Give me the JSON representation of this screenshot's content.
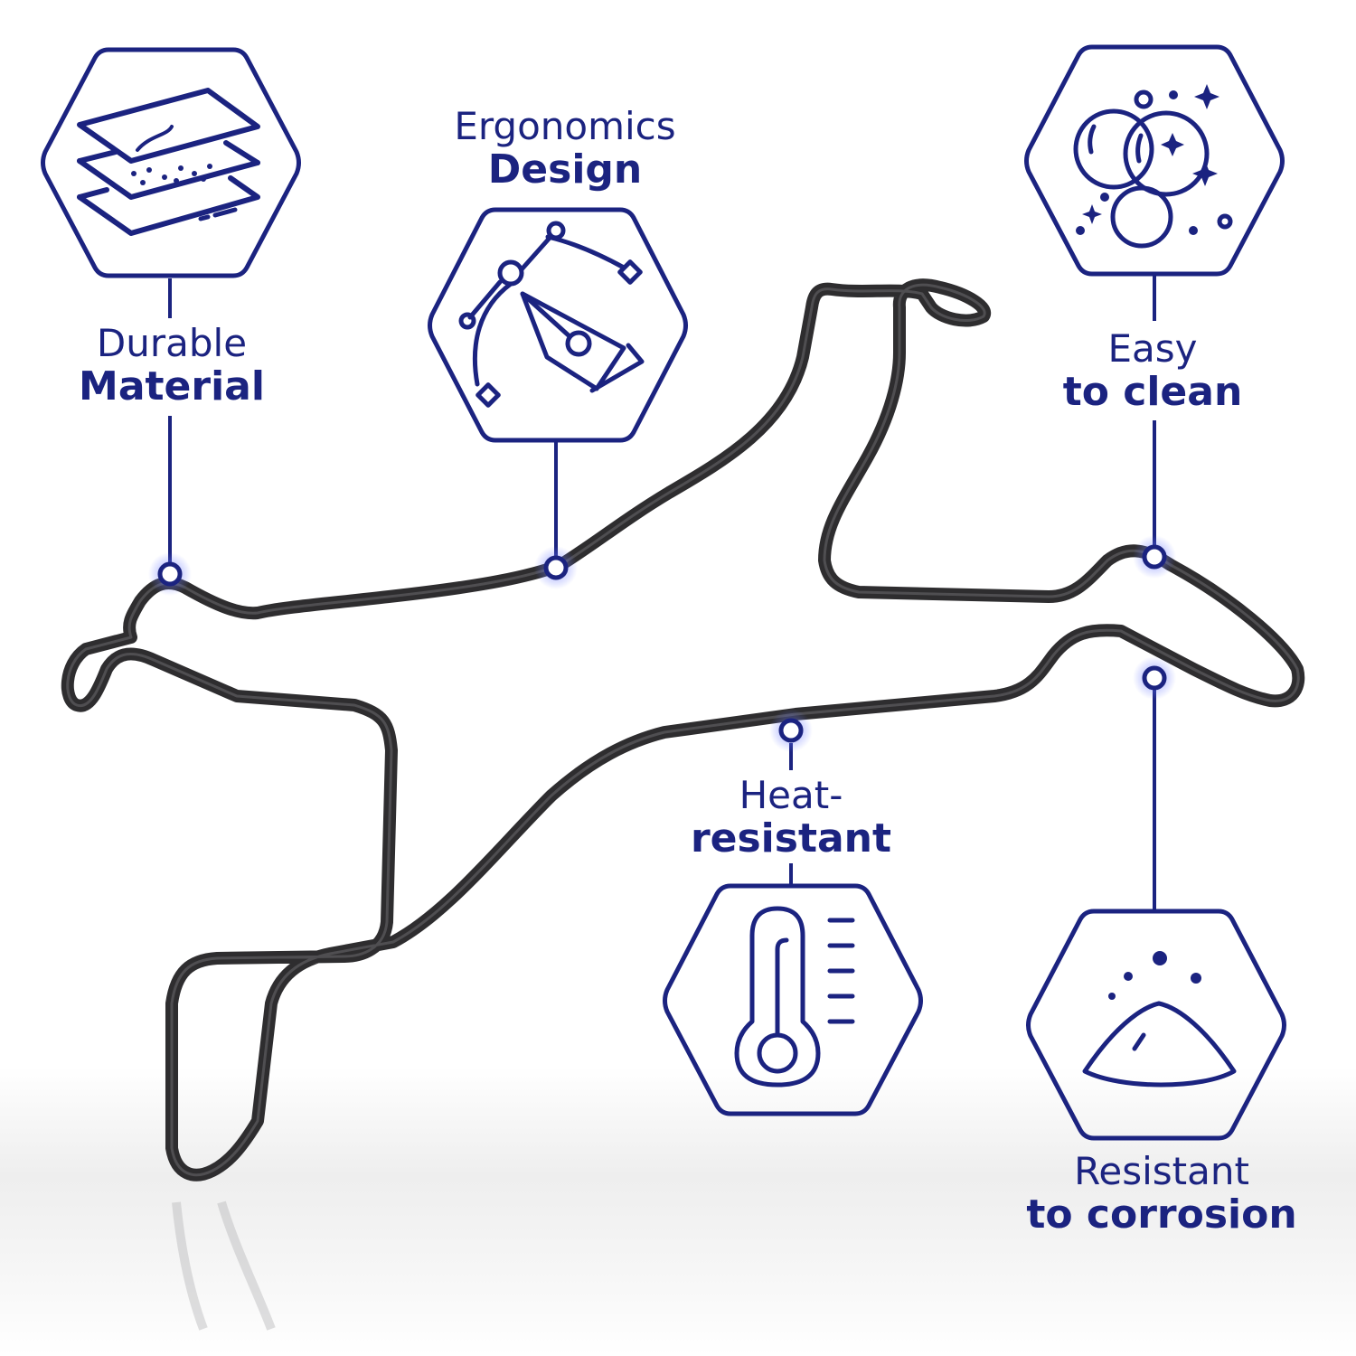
{
  "features": [
    {
      "line1": "Durable",
      "line2": "Material",
      "icon": "layers-icon"
    },
    {
      "line1": "Ergonomics",
      "line2": "Design",
      "icon": "pen-tool-icon"
    },
    {
      "line1": "Easy",
      "line2": "to clean",
      "icon": "bubbles-sparkle-icon"
    },
    {
      "line1": "Heat-",
      "line2": "resistant",
      "icon": "thermometer-icon"
    },
    {
      "line1": "Resistant",
      "line2": "to corrosion",
      "icon": "powder-pile-icon"
    }
  ],
  "colors": {
    "accent": "#1b2380",
    "wire": "#2e2d2f",
    "background": "#ffffff"
  }
}
